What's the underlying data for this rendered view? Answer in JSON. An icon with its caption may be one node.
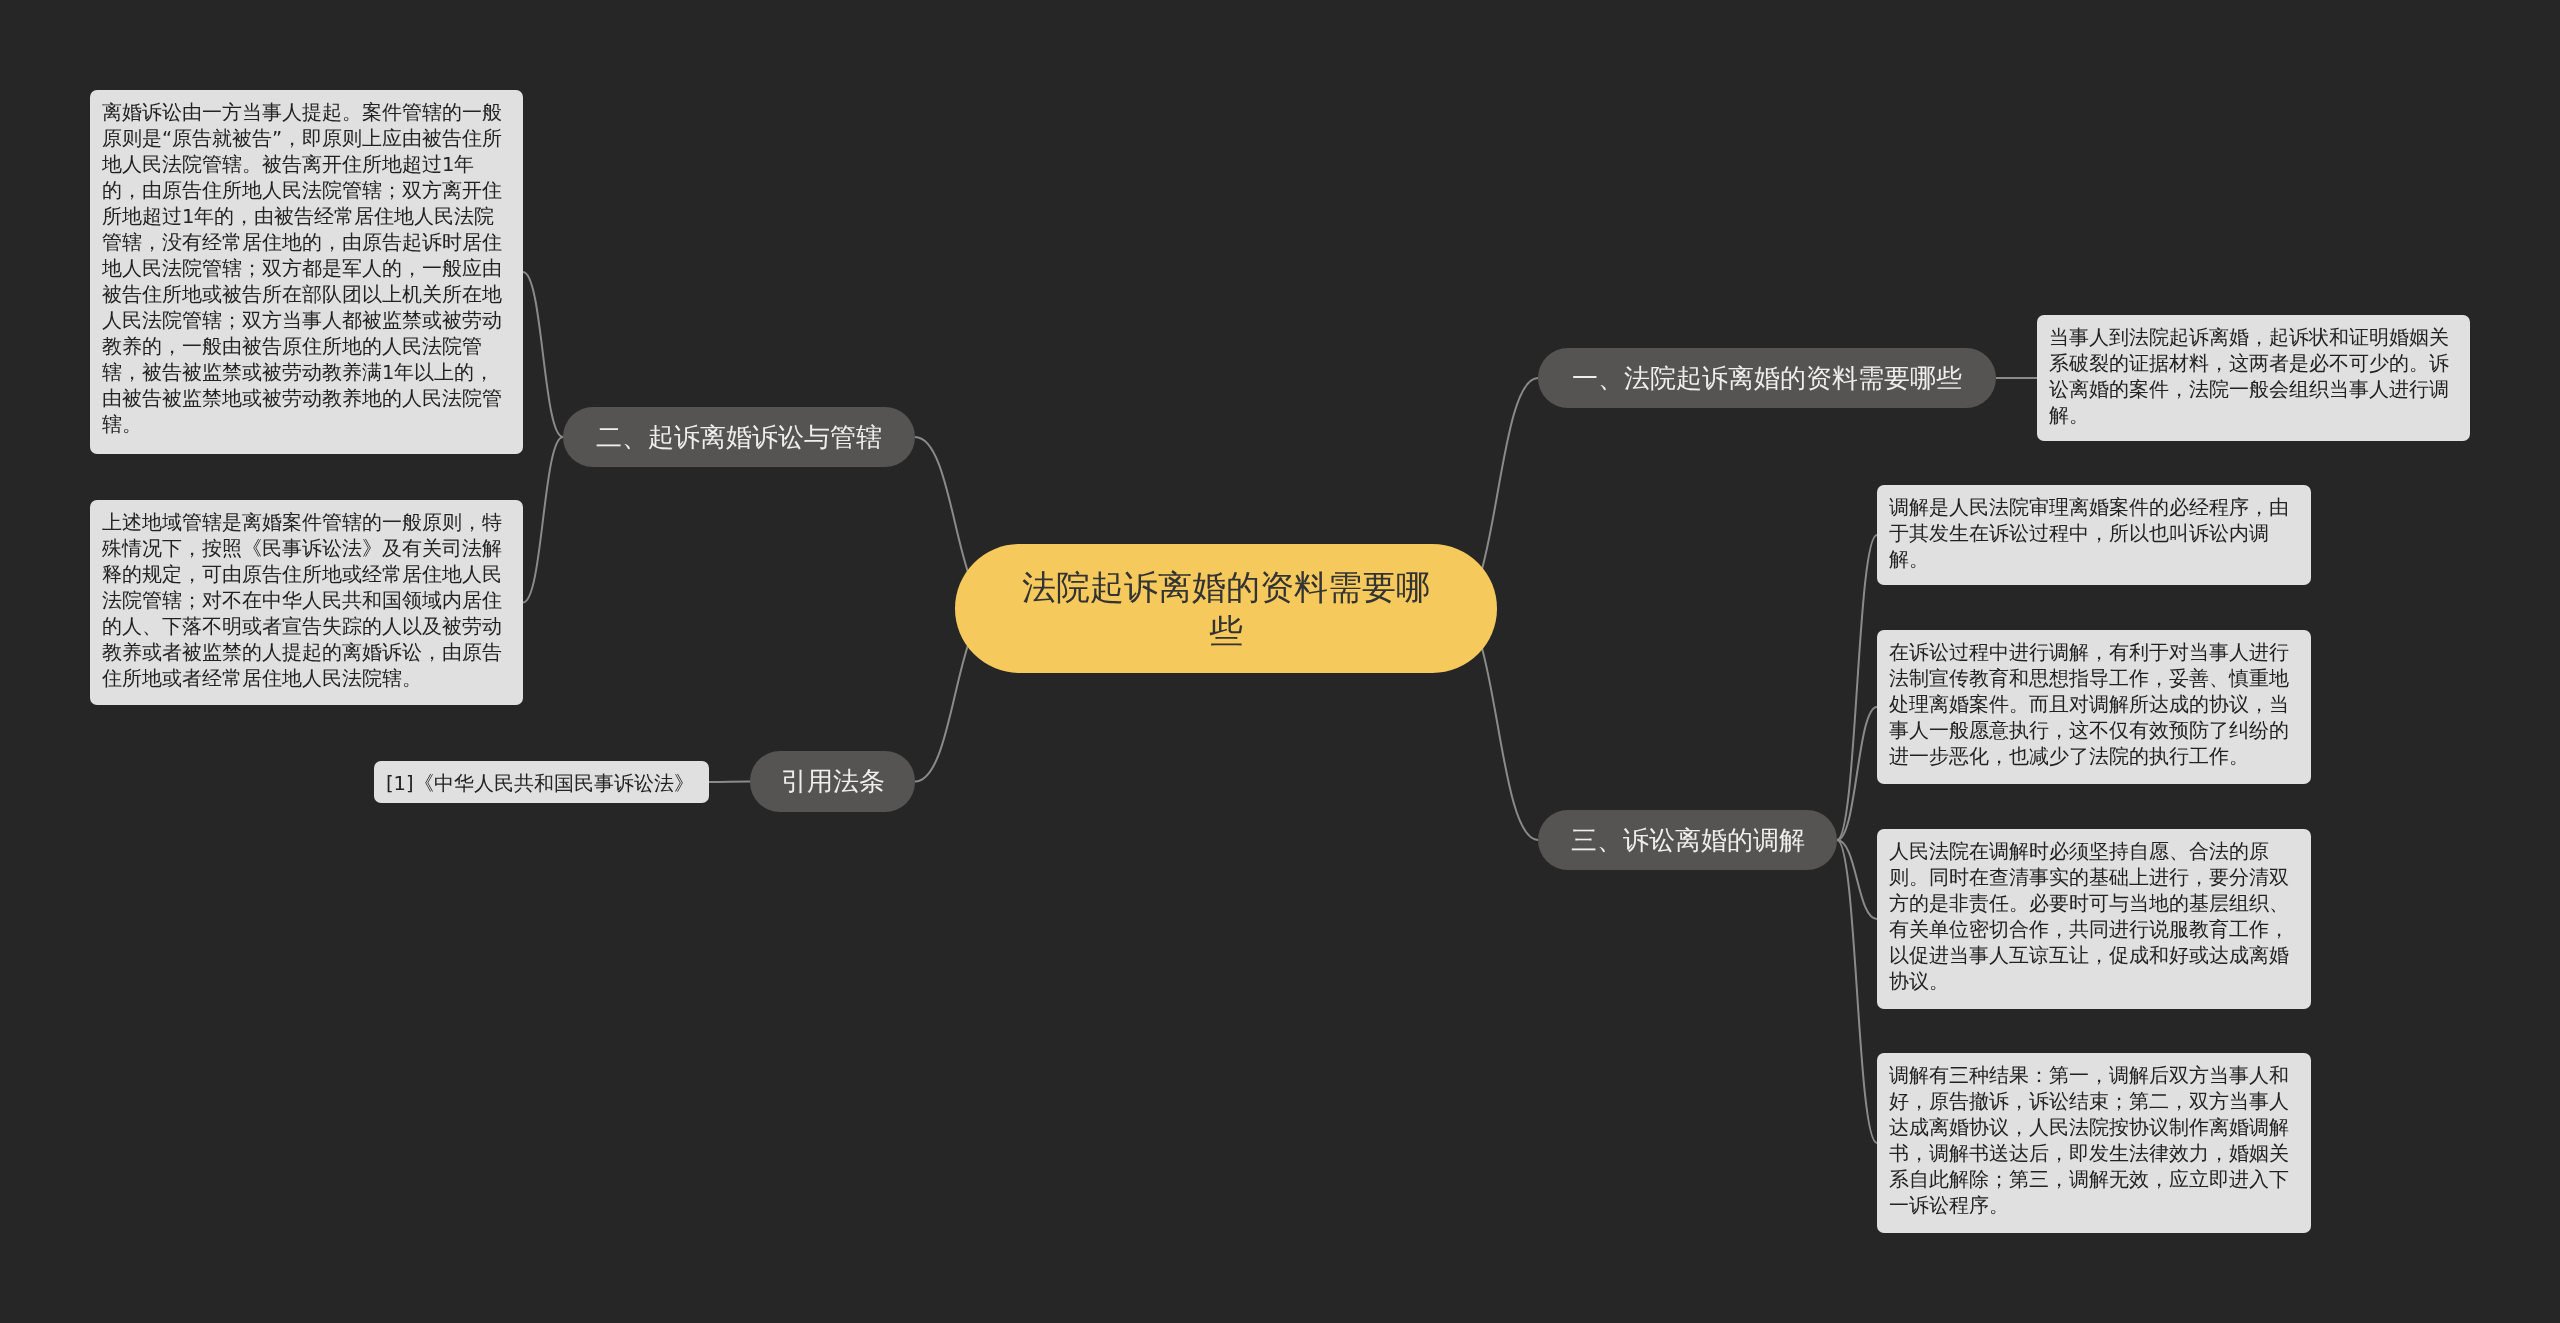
{
  "diagram": {
    "nodes": [
      {
        "text": [
          "法院起诉离婚的资料需要哪些"
        ]
      },
      {
        "text": [
          "一、法院起诉离婚的资料需要哪些"
        ]
      },
      {
        "text": [
          "当事人到法院起诉离婚，起诉状和证明婚姻关系破裂的证据材料，这两者是必不可少的。诉讼离婚的案件，法院一般会组织当事人进行调解。"
        ]
      },
      {
        "text": [
          "二、起诉离婚诉讼与管辖"
        ]
      },
      {
        "text": [
          "离婚诉讼由一方当事人提起。案件管辖的一般原则是“原告就被告”，即原则上应由被告住所地人民法院管辖。被告离开住所地超过1年的，由原告住所地人民法院管辖；双方离开住所地超过1年的，由被告经常居住地人民法院管辖，没有经常居住地的，由原告起诉时居住地人民法院管辖；双方都是军人的，一般应由被告住所地或被告所在部队团以上机关所在地人民法院管辖；双方当事人都被监禁或被劳动教养的，一般由被告原住所地的人民法院管辖，被告被监禁或被劳动教养满1年以上的，由被告被监禁地或被劳动教养地的人民法院管辖。"
        ]
      },
      {
        "text": [
          "上述地域管辖是离婚案件管辖的一般原则，特殊情况下，按照《民事诉讼法》及有关司法解释的规定，可由原告住所地或经常居住地人民法院管辖；对不在中华人民共和国领域内居住的人、下落不明或者宣告失踪的人以及被劳动教养或者被监禁的人提起的离婚诉讼，由原告住所地或者经常居住地人民法院辖。"
        ]
      },
      {
        "text": [
          "引用法条"
        ]
      },
      {
        "text": [
          "[1]《中华人民共和国民事诉讼法》"
        ]
      },
      {
        "text": [
          "三、诉讼离婚的调解"
        ]
      },
      {
        "text": [
          "调解是人民法院审理离婚案件的必经程序，由于其发生在诉讼过程中，所以也叫诉讼内调解。"
        ]
      },
      {
        "text": [
          "在诉讼过程中进行调解，有利于对当事人进行法制宣传教育和思想指导工作，妥善、慎重地处理离婚案件。而且对调解所达成的协议，当事人一般愿意执行，这不仅有效预防了纠纷的进一步恶化，也减少了法院的执行工作。"
        ]
      },
      {
        "text": [
          "人民法院在调解时必须坚持自愿、合法的原则。同时在查清事实的基础上进行，要分清双方的是非责任。必要时可与当地的基层组织、有关单位密切合作，共同进行说服教育工作，以促进当事人互谅互让，促成和好或达成离婚协议。"
        ]
      },
      {
        "text": [
          "调解有三种结果：第一，调解后双方当事人和好，原告撤诉，诉讼结束；第二，双方当事人达成离婚协议，人民法院按协议制作离婚调解书，调解书送达后，即发生法律效力，婚姻关系自此解除；第三，调解无效，应立即进入下一诉讼程序。"
        ]
      }
    ],
    "edges": [
      {
        "from": 0,
        "to": 1,
        "arrow": "none"
      },
      {
        "from": 1,
        "to": 2,
        "arrow": "none"
      },
      {
        "from": 0,
        "to": 3,
        "arrow": "none"
      },
      {
        "from": 3,
        "to": 4,
        "arrow": "none"
      },
      {
        "from": 3,
        "to": 5,
        "arrow": "none"
      },
      {
        "from": 0,
        "to": 6,
        "arrow": "none"
      },
      {
        "from": 6,
        "to": 7,
        "arrow": "none"
      },
      {
        "from": 0,
        "to": 8,
        "arrow": "none"
      },
      {
        "from": 8,
        "to": 9,
        "arrow": "none"
      },
      {
        "from": 8,
        "to": 10,
        "arrow": "none"
      },
      {
        "from": 8,
        "to": 11,
        "arrow": "none"
      },
      {
        "from": 8,
        "to": 12,
        "arrow": "none"
      }
    ]
  }
}
